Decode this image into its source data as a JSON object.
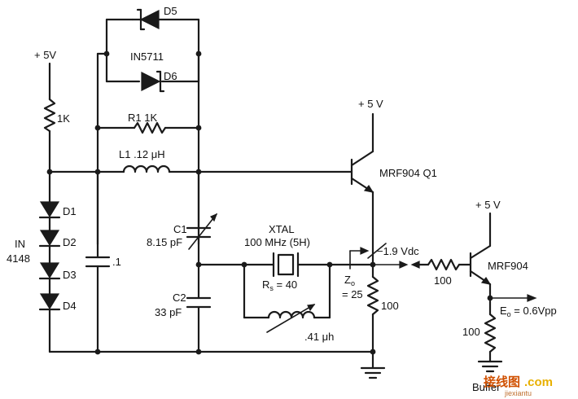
{
  "labels": {
    "supply_left": "+ 5V",
    "r_1k": "1K",
    "d5": "D5",
    "d6": "D6",
    "in5711": "IN5711",
    "r1": "R1 1K",
    "l1": "L1 .12 μH",
    "d1": "D1",
    "d2": "D2",
    "d3": "D3",
    "d4": "D4",
    "in_top": "IN",
    "in_num": "4148",
    "cap_point1": ".1",
    "c1": "C1",
    "c1_val": "8.15 pF",
    "c2": "C2",
    "c2_val": "33 pF",
    "xtal": "XTAL",
    "xtal_val": "100 MHz (5H)",
    "rs_main": "R",
    "rs_sub": "s",
    "rs_val": " = 40",
    "zo_main": "Z",
    "zo_sub": "o",
    "zo_val": "= 25",
    "l41": ".41 μh",
    "supply_q1": "+ 5 V",
    "q1": "MRF904 Q1",
    "vdc": "−1.9 Vdc",
    "r100_emitter": "100",
    "r100_base": "100",
    "supply_q2": "+ 5 V",
    "q2": "MRF904",
    "eo_main": "E",
    "eo_sub": "o",
    "eo_val": " = 0.6Vpp",
    "r100_out": "100",
    "buffer": "Buffer"
  },
  "watermark": {
    "part1": "接线图",
    "part2": ".com",
    "small": "jiexiantu"
  }
}
